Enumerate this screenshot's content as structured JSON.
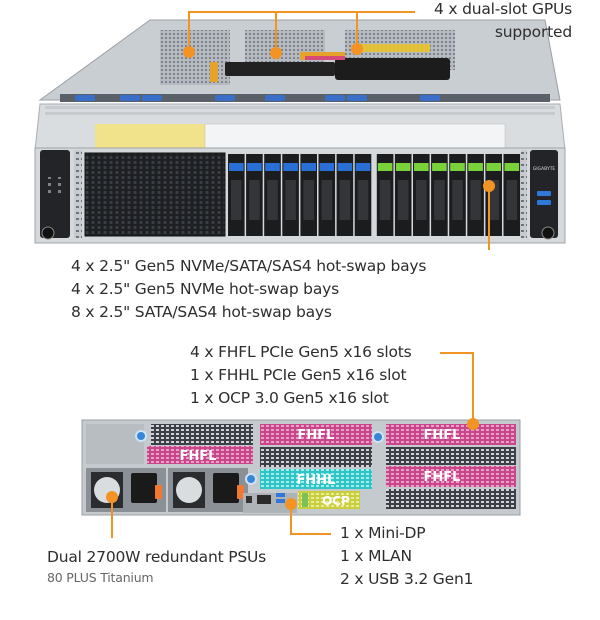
{
  "colors": {
    "callout": "#f39323",
    "fhfl_slot": "#c9468c",
    "fhhl_slot": "#2fc4c6",
    "ocp_slot": "#c9cf3a",
    "nvme_bay_tab": "#2a6fd6",
    "sata_bay_tab": "#79d23a",
    "chassis": "#c9ced3"
  },
  "callouts": {
    "gpus": {
      "line1": "4 x dual-slot GPUs",
      "line2": "supported"
    },
    "drive_bays": [
      "4 x 2.5\" Gen5 NVMe/SATA/SAS4 hot-swap bays",
      "4 x 2.5\" Gen5 NVMe hot-swap bays",
      "8 x 2.5\" SATA/SAS4 hot-swap bays"
    ],
    "pcie_slots": [
      "4 x FHFL PCIe Gen5 x16 slots",
      "1 x FHHL PCIe Gen5 x16 slot",
      "1 x OCP 3.0 Gen5 x16 slot"
    ],
    "psu": {
      "title": "Dual 2700W redundant PSUs",
      "subtitle": "80 PLUS Titanium"
    },
    "io_ports": [
      "1 x Mini-DP",
      "1 x MLAN",
      "2 x USB 3.2 Gen1"
    ]
  },
  "rear_slot_labels": {
    "fhfl": "FHFL",
    "fhhl": "FHHL",
    "ocp": "OCP"
  },
  "front_bays": {
    "nvme_count": 8,
    "sata_count": 8
  },
  "brand_badge": "GIGABYTE"
}
